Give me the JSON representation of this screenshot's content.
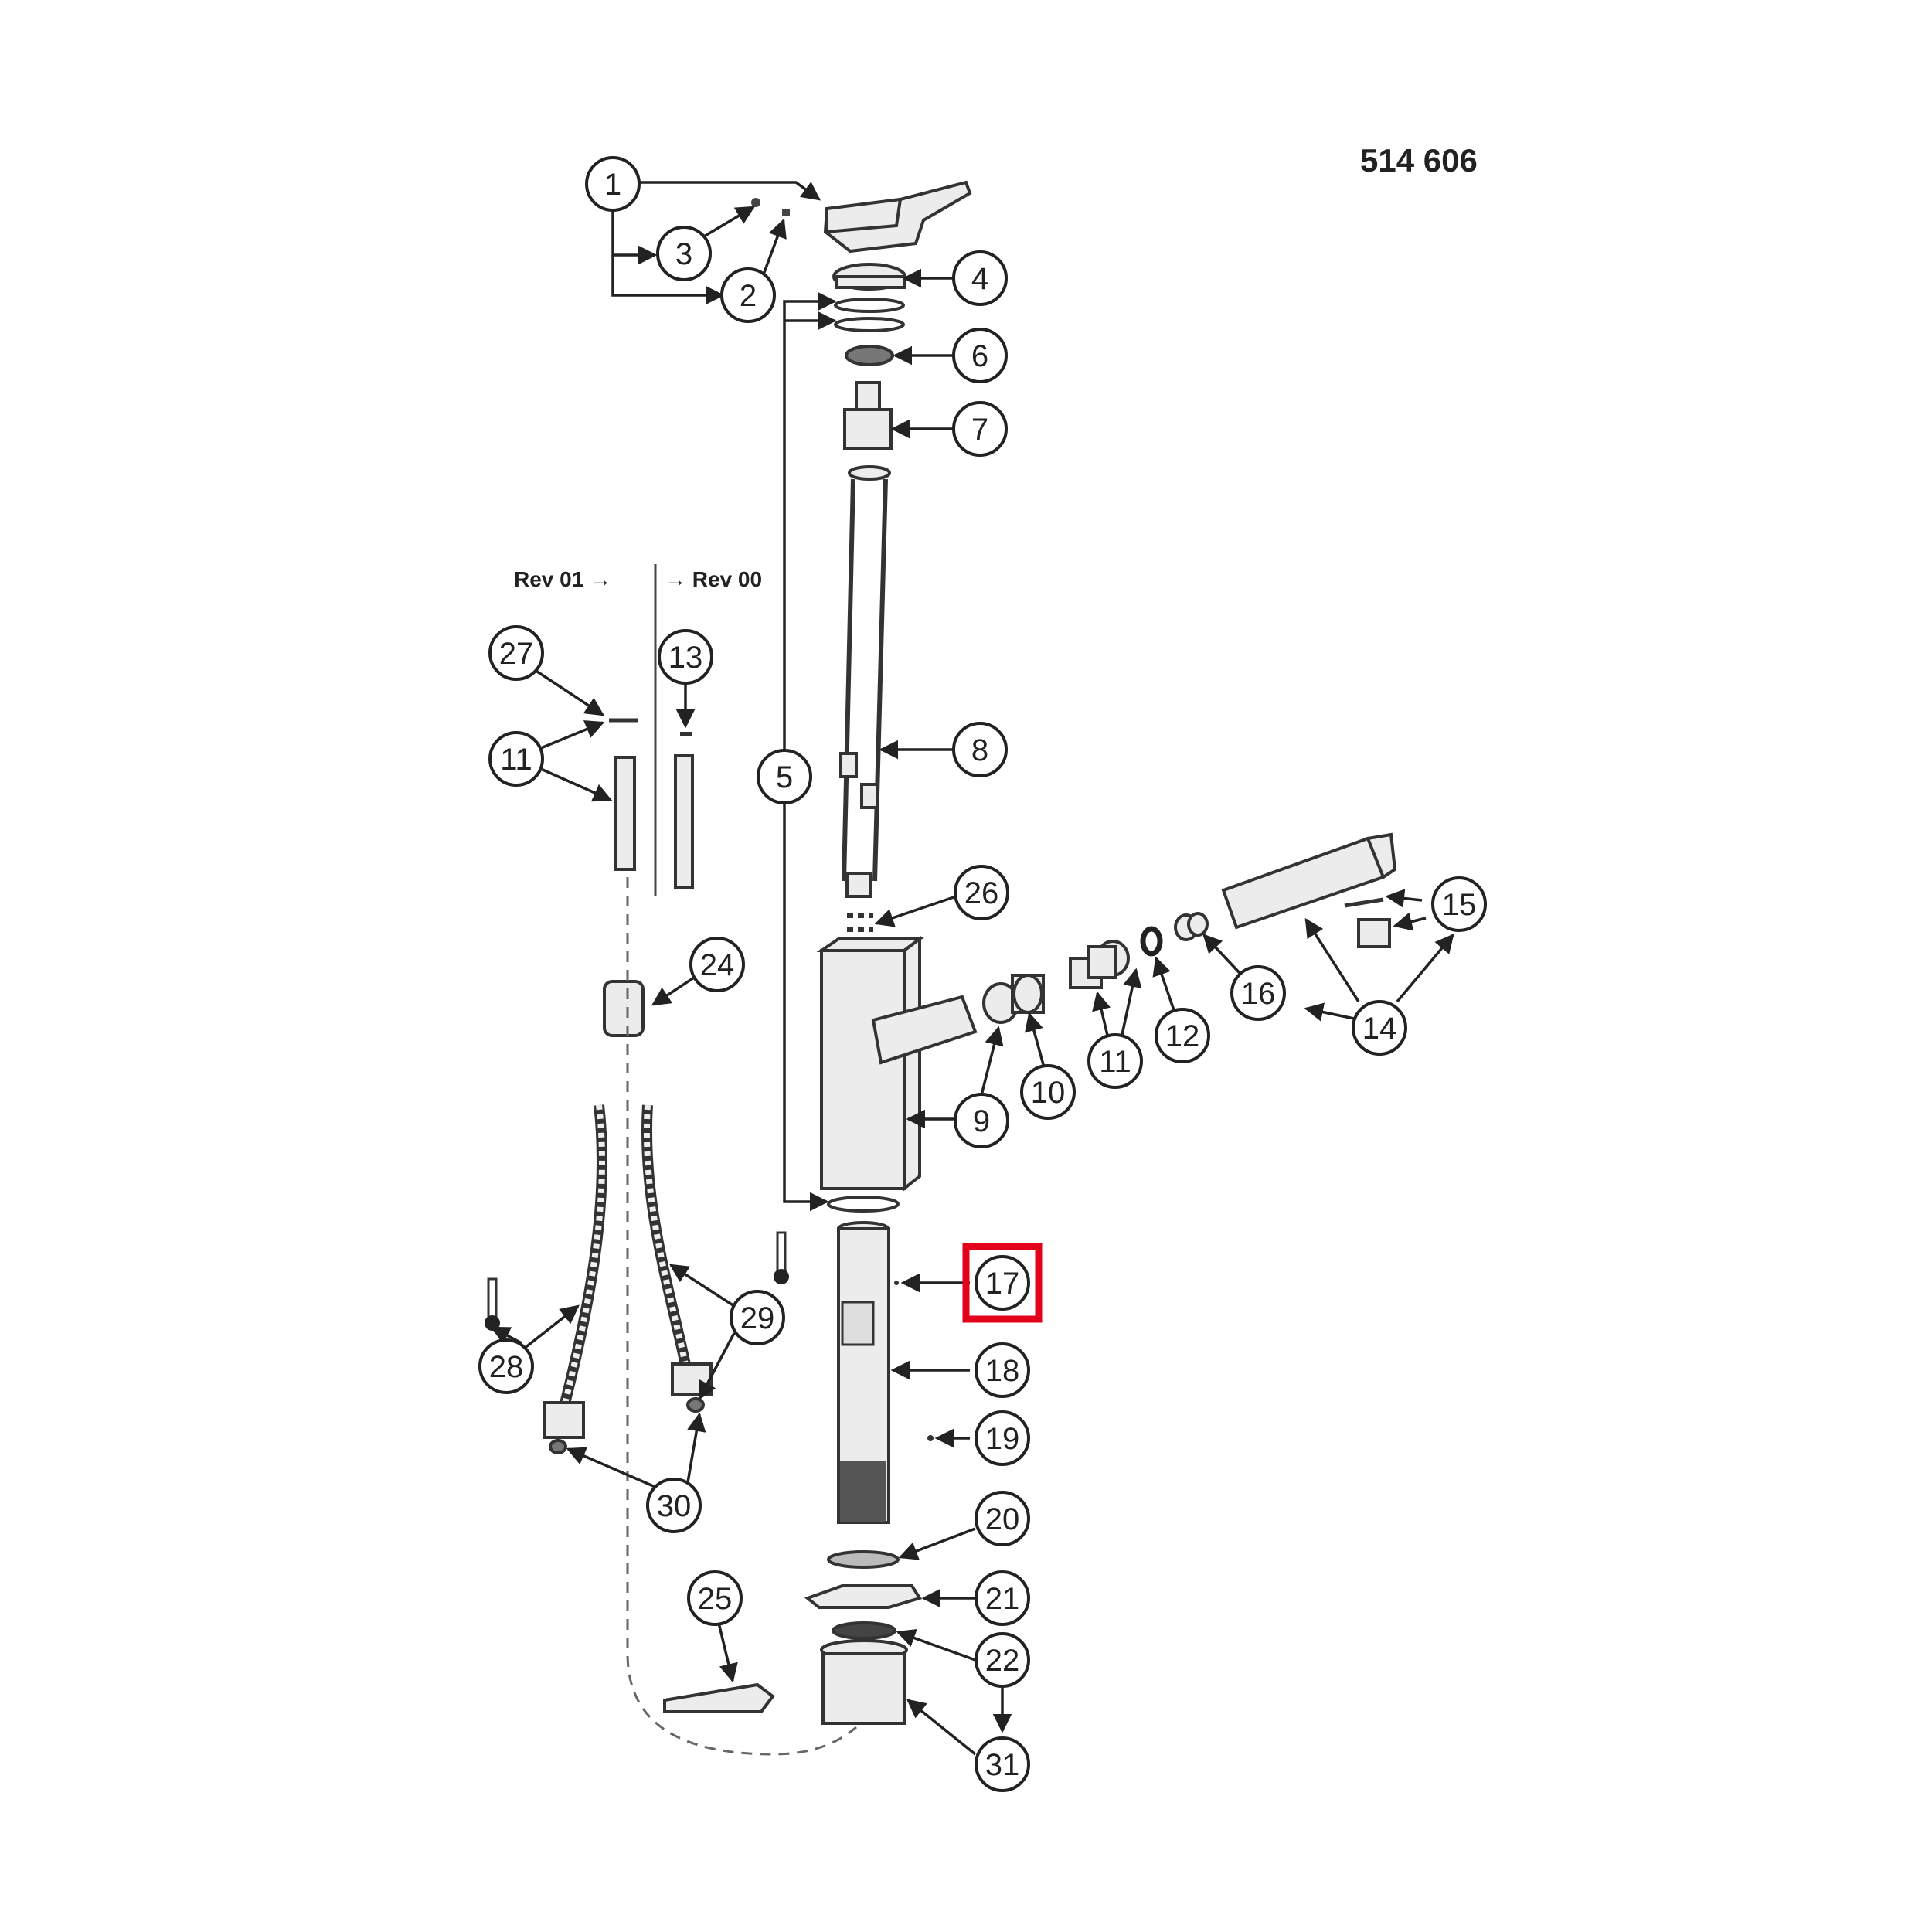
{
  "model_number": "514 606",
  "revisions": {
    "left": "Rev 01 →",
    "right": "→ Rev 00"
  },
  "callouts": [
    {
      "id": "c1",
      "label": "1"
    },
    {
      "id": "c2",
      "label": "2"
    },
    {
      "id": "c3",
      "label": "3"
    },
    {
      "id": "c4",
      "label": "4"
    },
    {
      "id": "c6",
      "label": "6"
    },
    {
      "id": "c7",
      "label": "7"
    },
    {
      "id": "c8",
      "label": "8"
    },
    {
      "id": "c5",
      "label": "5"
    },
    {
      "id": "c26",
      "label": "26"
    },
    {
      "id": "c27",
      "label": "27"
    },
    {
      "id": "c13",
      "label": "13"
    },
    {
      "id": "c11a",
      "label": "11"
    },
    {
      "id": "c24",
      "label": "24"
    },
    {
      "id": "c15",
      "label": "15"
    },
    {
      "id": "c16",
      "label": "16"
    },
    {
      "id": "c14",
      "label": "14"
    },
    {
      "id": "c12",
      "label": "12"
    },
    {
      "id": "c11b",
      "label": "11"
    },
    {
      "id": "c10",
      "label": "10"
    },
    {
      "id": "c9",
      "label": "9"
    },
    {
      "id": "c17",
      "label": "17"
    },
    {
      "id": "c18",
      "label": "18"
    },
    {
      "id": "c19",
      "label": "19"
    },
    {
      "id": "c29",
      "label": "29"
    },
    {
      "id": "c28",
      "label": "28"
    },
    {
      "id": "c30",
      "label": "30"
    },
    {
      "id": "c20",
      "label": "20"
    },
    {
      "id": "c21",
      "label": "21"
    },
    {
      "id": "c22",
      "label": "22"
    },
    {
      "id": "c25",
      "label": "25"
    },
    {
      "id": "c31",
      "label": "31"
    }
  ],
  "highlight": {
    "callout": "17",
    "color": "#e3001b"
  },
  "colors": {
    "line": "#222222",
    "part_fill": "#ececec"
  }
}
